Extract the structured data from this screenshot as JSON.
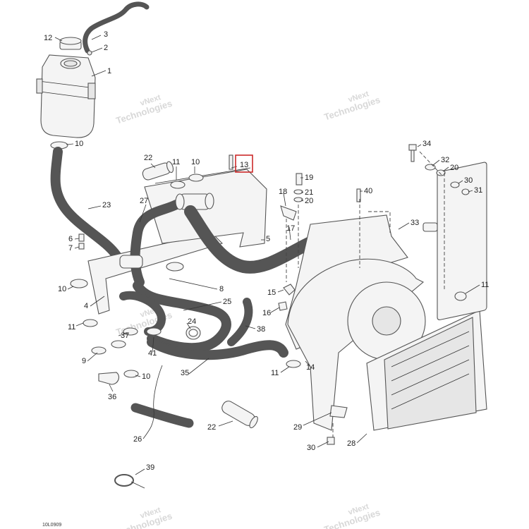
{
  "drawing_code": "10L0909",
  "highlighted_callout": "13",
  "watermark": {
    "line1": "vNext",
    "line2": "Technologies"
  },
  "callouts": [
    {
      "label": "12"
    },
    {
      "label": "3"
    },
    {
      "label": "2"
    },
    {
      "label": "1"
    },
    {
      "label": "10"
    },
    {
      "label": "22"
    },
    {
      "label": "11"
    },
    {
      "label": "10"
    },
    {
      "label": "13"
    },
    {
      "label": "27"
    },
    {
      "label": "23"
    },
    {
      "label": "6"
    },
    {
      "label": "7"
    },
    {
      "label": "5"
    },
    {
      "label": "10"
    },
    {
      "label": "8"
    },
    {
      "label": "4"
    },
    {
      "label": "25"
    },
    {
      "label": "24"
    },
    {
      "label": "11"
    },
    {
      "label": "37"
    },
    {
      "label": "38"
    },
    {
      "label": "9"
    },
    {
      "label": "41"
    },
    {
      "label": "35"
    },
    {
      "label": "10"
    },
    {
      "label": "36"
    },
    {
      "label": "26"
    },
    {
      "label": "22"
    },
    {
      "label": "39"
    },
    {
      "label": "19"
    },
    {
      "label": "18"
    },
    {
      "label": "21"
    },
    {
      "label": "20"
    },
    {
      "label": "40"
    },
    {
      "label": "17"
    },
    {
      "label": "15"
    },
    {
      "label": "16"
    },
    {
      "label": "14"
    },
    {
      "label": "11"
    },
    {
      "label": "34"
    },
    {
      "label": "32"
    },
    {
      "label": "20"
    },
    {
      "label": "30"
    },
    {
      "label": "31"
    },
    {
      "label": "33"
    },
    {
      "label": "11"
    },
    {
      "label": "29"
    },
    {
      "label": "30"
    },
    {
      "label": "28"
    }
  ]
}
